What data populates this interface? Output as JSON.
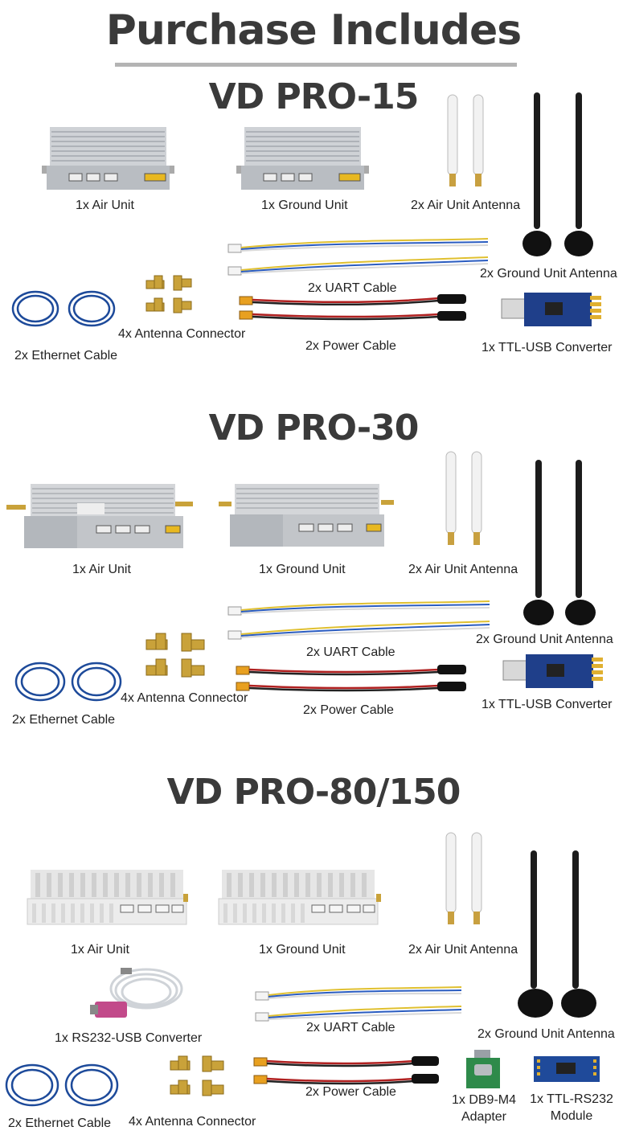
{
  "header": {
    "title": "Purchase Includes"
  },
  "sections": [
    {
      "model": "VD PRO-15",
      "items": {
        "air_unit": "1x Air Unit",
        "ground_unit": "1x Ground Unit",
        "air_antenna": "2x Air Unit Antenna",
        "ground_antenna": "2x Ground Unit Antenna",
        "uart_cable": "2x UART Cable",
        "antenna_connector": "4x Antenna Connector",
        "ethernet_cable": "2x Ethernet Cable",
        "power_cable": "2x Power Cable",
        "ttl_usb": "1x TTL-USB Converter"
      }
    },
    {
      "model": "VD PRO-30",
      "items": {
        "air_unit": "1x Air Unit",
        "ground_unit": "1x Ground Unit",
        "air_antenna": "2x Air Unit Antenna",
        "ground_antenna": "2x Ground Unit Antenna",
        "uart_cable": "2x UART Cable",
        "antenna_connector": "4x Antenna Connector",
        "ethernet_cable": "2x Ethernet Cable",
        "power_cable": "2x Power Cable",
        "ttl_usb": "1x TTL-USB Converter"
      }
    },
    {
      "model": "VD PRO-80/150",
      "items": {
        "air_unit": "1x Air Unit",
        "ground_unit": "1x Ground Unit",
        "air_antenna": "2x Air Unit Antenna",
        "rs232_usb": "1x RS232-USB Converter",
        "uart_cable": "2x UART Cable",
        "ground_antenna": "2x Ground Unit Antenna",
        "ethernet_cable": "2x Ethernet Cable",
        "antenna_connector": "4x Antenna Connector",
        "power_cable": "2x Power Cable",
        "db9_line1": "1x DB9-M4",
        "db9_line2": "Adapter",
        "ttl_rs232_line1": "1x TTL-RS232",
        "ttl_rs232_line2": "Module"
      }
    }
  ]
}
